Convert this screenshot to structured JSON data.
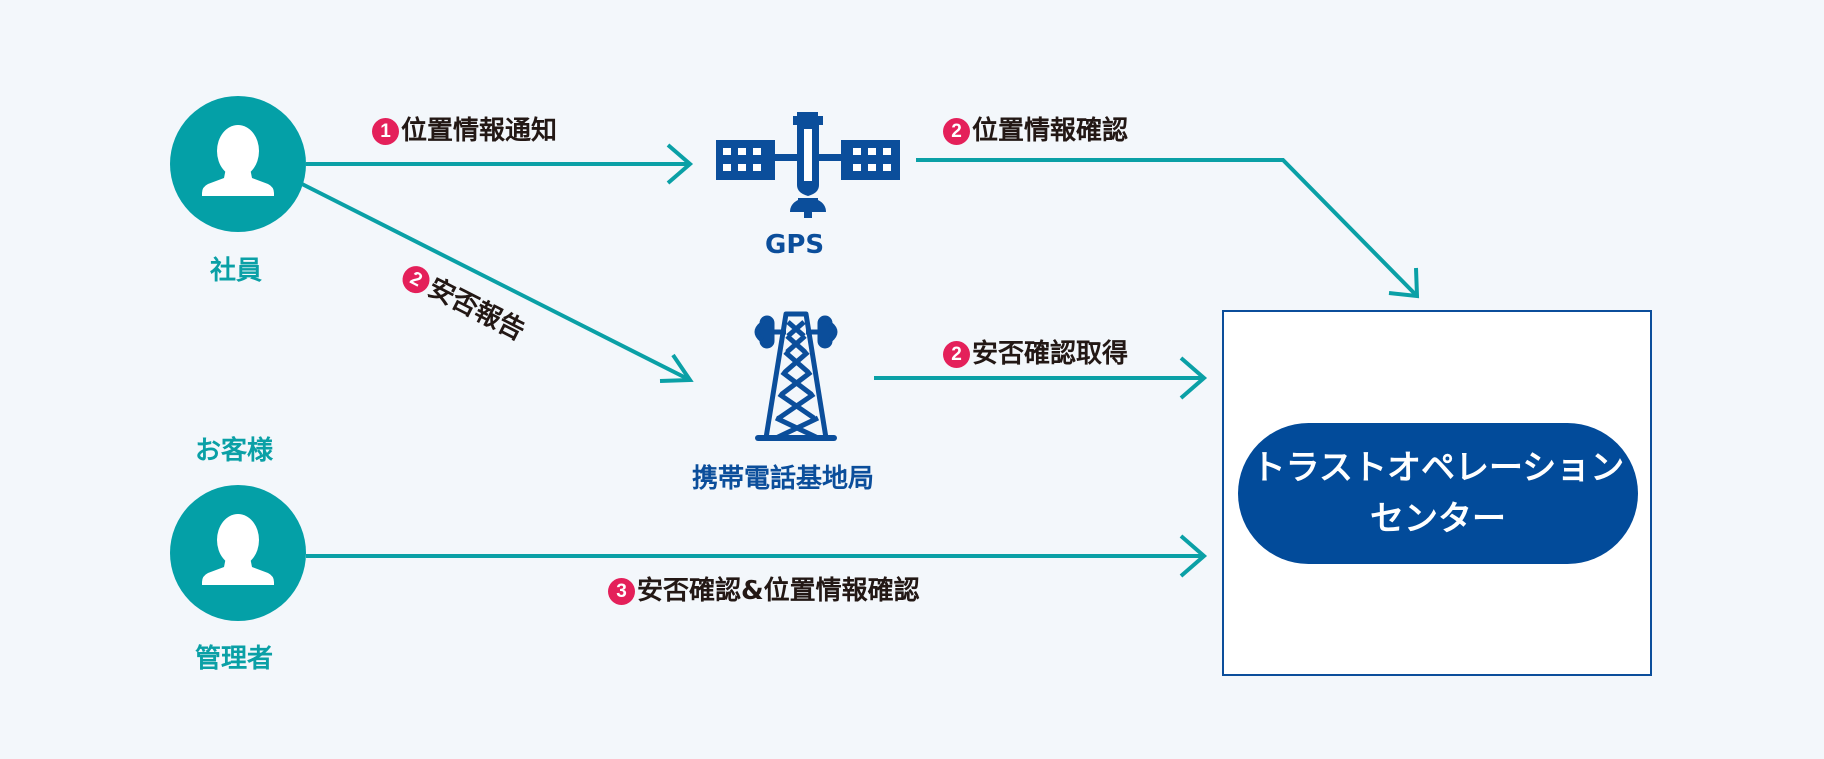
{
  "colors": {
    "background": "#f3f7fb",
    "teal": "#0aa0a6",
    "navy": "#0b4e9b",
    "badge": "#e4205a",
    "text": "#231815"
  },
  "actors": {
    "employee": {
      "label": "社員",
      "icon": "person-icon"
    },
    "customer_group": "お客様",
    "manager": {
      "label": "管理者",
      "icon": "person-icon"
    }
  },
  "nodes": {
    "gps": {
      "label": "GPS",
      "icon": "satellite-icon"
    },
    "base_station": {
      "label": "携帯電話基地局",
      "icon": "cell-tower-icon"
    },
    "center": {
      "line1": "トラストオペレーション",
      "line2": "センター"
    }
  },
  "flows": [
    {
      "step": "1",
      "label": "位置情報通知"
    },
    {
      "step": "2",
      "label": "安否報告"
    },
    {
      "step": "2",
      "label": "位置情報確認"
    },
    {
      "step": "2",
      "label": "安否確認取得"
    },
    {
      "step": "3",
      "label": "安否確認&位置情報確認"
    }
  ]
}
